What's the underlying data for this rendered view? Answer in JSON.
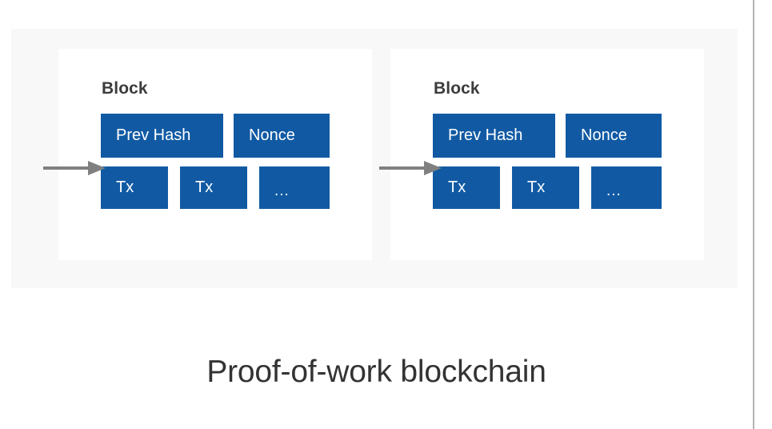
{
  "figure": {
    "title": "Proof-of-work blockchain",
    "accent_color": "#115aa3",
    "panel_color": "#f8f8f9",
    "card_color": "#ffffff",
    "arrow_color": "#808080",
    "title_color": "#333333",
    "block_label_color": "#3c3c3c"
  },
  "blocks": [
    {
      "label": "Block",
      "fields": [
        {
          "name": "prev-hash",
          "text": "Prev Hash"
        },
        {
          "name": "nonce",
          "text": "Nonce"
        },
        {
          "name": "tx-1",
          "text": "Tx"
        },
        {
          "name": "tx-2",
          "text": "Tx"
        },
        {
          "name": "tx-more",
          "text": "..."
        }
      ]
    },
    {
      "label": "Block",
      "fields": [
        {
          "name": "prev-hash",
          "text": "Prev Hash"
        },
        {
          "name": "nonce",
          "text": "Nonce"
        },
        {
          "name": "tx-1",
          "text": "Tx"
        },
        {
          "name": "tx-2",
          "text": "Tx"
        },
        {
          "name": "tx-more",
          "text": "..."
        }
      ]
    }
  ],
  "arrows": [
    {
      "name": "chain-arrow-into-block-1",
      "direction": "right"
    },
    {
      "name": "chain-arrow-into-block-2",
      "direction": "right"
    }
  ]
}
